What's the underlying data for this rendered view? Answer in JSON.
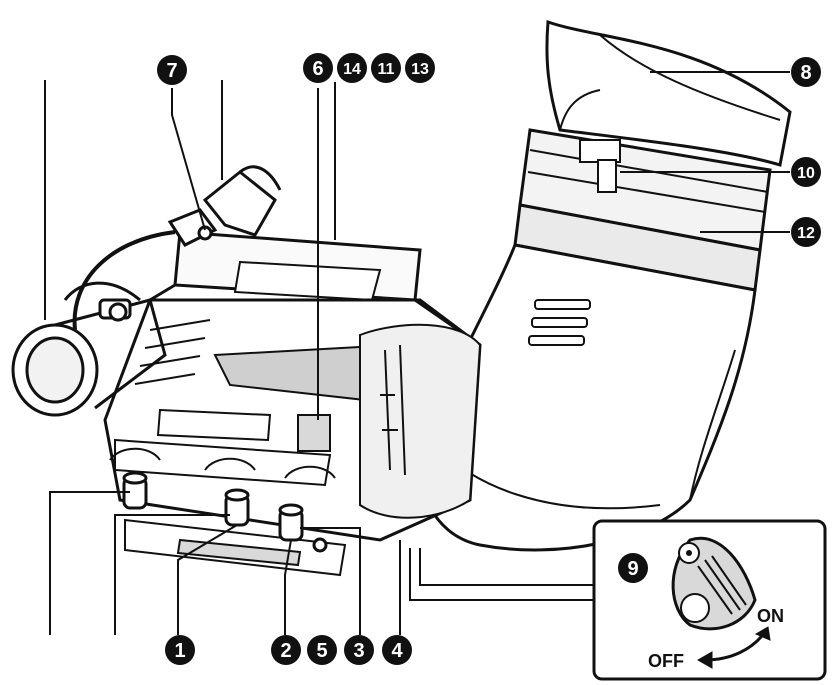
{
  "callouts": {
    "c1": "1",
    "c2": "2",
    "c3": "3",
    "c4": "4",
    "c5": "5",
    "c6": "6",
    "c7": "7",
    "c8": "8",
    "c9": "9",
    "c10": "10",
    "c11": "11",
    "c12": "12",
    "c13": "13",
    "c14": "14"
  },
  "switch_inset": {
    "on_label": "ON",
    "off_label": "OFF"
  },
  "colors": {
    "ink": "#111111",
    "paper": "#ffffff",
    "shade": "#d9d9d9",
    "mid": "#bdbdbd"
  }
}
